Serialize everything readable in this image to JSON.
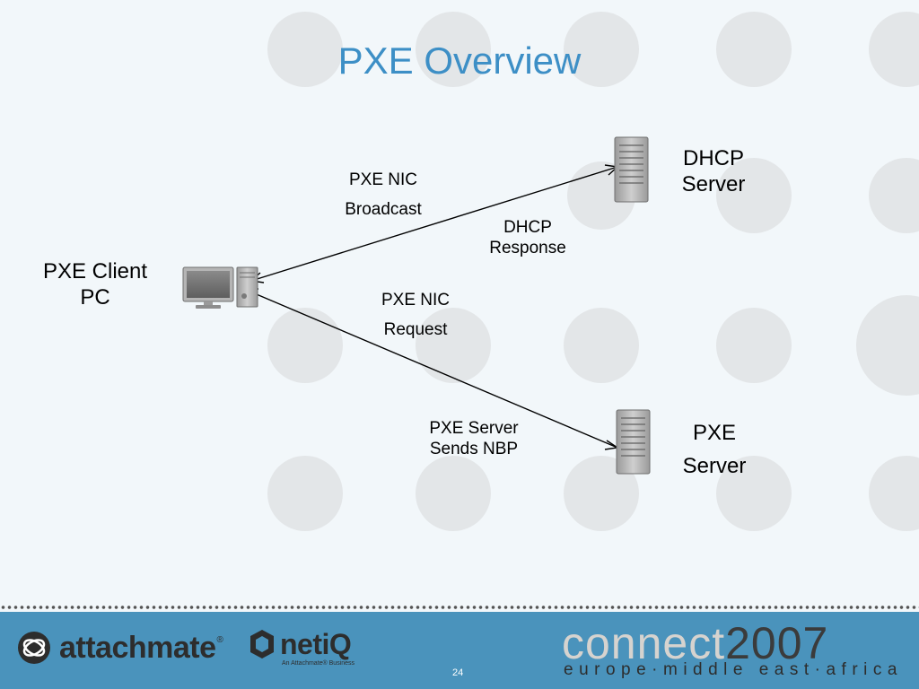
{
  "title": "PXE Overview",
  "nodes": {
    "client": {
      "line1": "PXE Client",
      "line2": "PC"
    },
    "dhcp_server": {
      "line1": "DHCP",
      "line2": "Server"
    },
    "pxe_server": {
      "line1": "PXE",
      "line2": "Server"
    }
  },
  "edge_labels": {
    "broadcast": {
      "line1": "PXE NIC",
      "line2": "Broadcast"
    },
    "dhcp_response": {
      "line1": "DHCP",
      "line2": "Response"
    },
    "request": {
      "line1": "PXE NIC",
      "line2": "Request"
    },
    "nbp": {
      "line1": "PXE Server",
      "line2": "Sends NBP"
    }
  },
  "footer": {
    "attachmate": "attachmate",
    "attachmate_tm": "®",
    "netiq": "netiQ",
    "netiq_tagline": "An Attachmate® Business",
    "page_number": "24",
    "event_name": "connect",
    "event_year": "2007",
    "event_region": "europe·middle east·africa"
  },
  "colors": {
    "title": "#3d8fc6",
    "background": "#f2f7fa",
    "circles": "#e3e6e8",
    "footer": "#4a93bc"
  }
}
